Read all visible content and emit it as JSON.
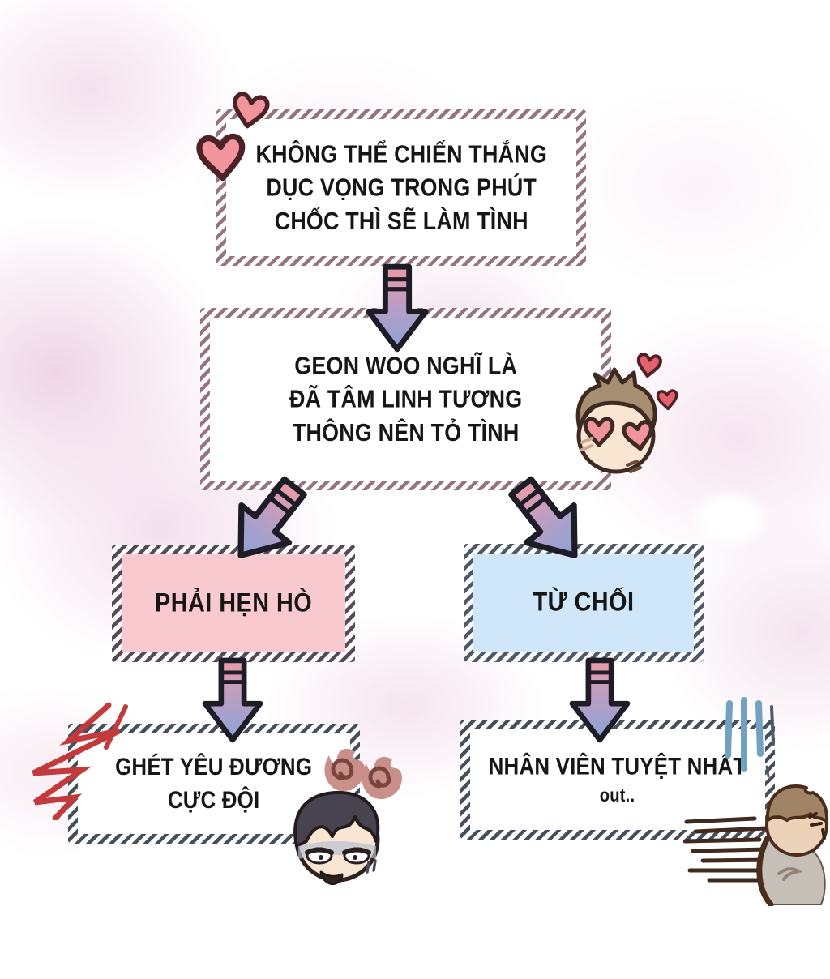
{
  "page": {
    "kind": "comic-flowchart"
  },
  "nodes": {
    "premise": {
      "line1": "KHÔNG THỂ CHIẾN THẮNG",
      "line2": "DỤC VỌNG TRONG PHÚT",
      "line3": "CHỐC THÌ SẼ LÀM TÌNH"
    },
    "confession": {
      "line1": "GEON WOO NGHĨ LÀ",
      "line2": "ĐÃ TÂM LINH TƯƠNG",
      "line3": "THÔNG NÊN TỎ TÌNH"
    },
    "date": {
      "label": "PHẢI HẸN HÒ"
    },
    "reject": {
      "label": "TỪ CHỐI"
    },
    "hate": {
      "line1": "GHÉT YÊU ĐƯƠNG",
      "line2": "CỰC ĐỘI"
    },
    "out": {
      "line1": "NHÂN VIÊN TUYỆT NHẤT",
      "line2": "out.."
    }
  },
  "colors": {
    "date_fill": "#f8c9cf",
    "reject_fill": "#cfe7f8",
    "stripe_mauve": "#97737f",
    "stripe_plum": "#564a5a",
    "stripe_slateblue": "#4e5a68",
    "stripe_slate": "#46505c",
    "arrow_top": "#ec9ba6",
    "arrow_mid": "#b49fc6",
    "arrow_bottom": "#8ba3d6",
    "arrow_outline": "#1d1c27",
    "heart_pink": "#f2949c",
    "heart_red": "#e2626e",
    "burst_red": "#c23a3c",
    "gloom_blue": "#73a2c0"
  },
  "icons": {
    "corner_hearts": "double-heart-icon",
    "floating_hearts": "hearts-icon",
    "love_face": "lovestruck-face-icon",
    "anger_burst": "anger-scribble-icon",
    "anger_flames": "anger-flames-icon",
    "annoyed_face": "annoyed-face-icon",
    "gloom": "gloom-lines-icon",
    "runner": "running-away-icon",
    "down_arrow": "down-arrow-icon"
  }
}
